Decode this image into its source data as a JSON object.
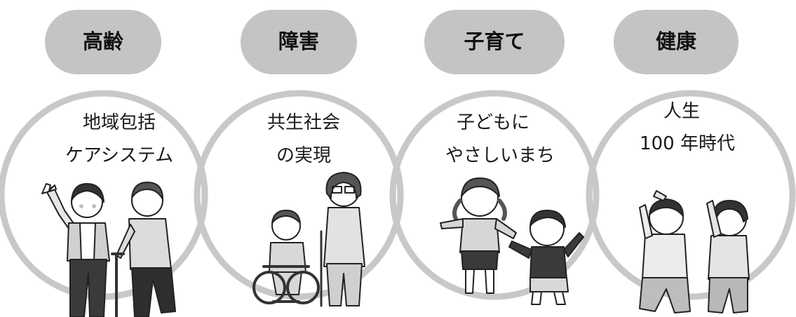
{
  "panels": [
    {
      "title": "高齢",
      "line1": "地域包括",
      "line2": "ケアシステム",
      "figures": "elderly-couple-with-cane"
    },
    {
      "title": "障害",
      "line1": "共生社会",
      "line2": "の実現",
      "figures": "child-in-wheelchair-and-adult-with-white-cane"
    },
    {
      "title": "子育て",
      "line1": "子どもに",
      "line2": "やさしいまち",
      "figures": "two-children-waving"
    },
    {
      "title": "健康",
      "line1": "人生",
      "line2": "100 年時代",
      "figures": "two-adults-stretching"
    }
  ],
  "colors": {
    "ring": "#c8c8c8",
    "pill": "#c4c4c4",
    "text": "#111111",
    "figure_fill": "#d9d9d9",
    "figure_line": "#222222"
  }
}
